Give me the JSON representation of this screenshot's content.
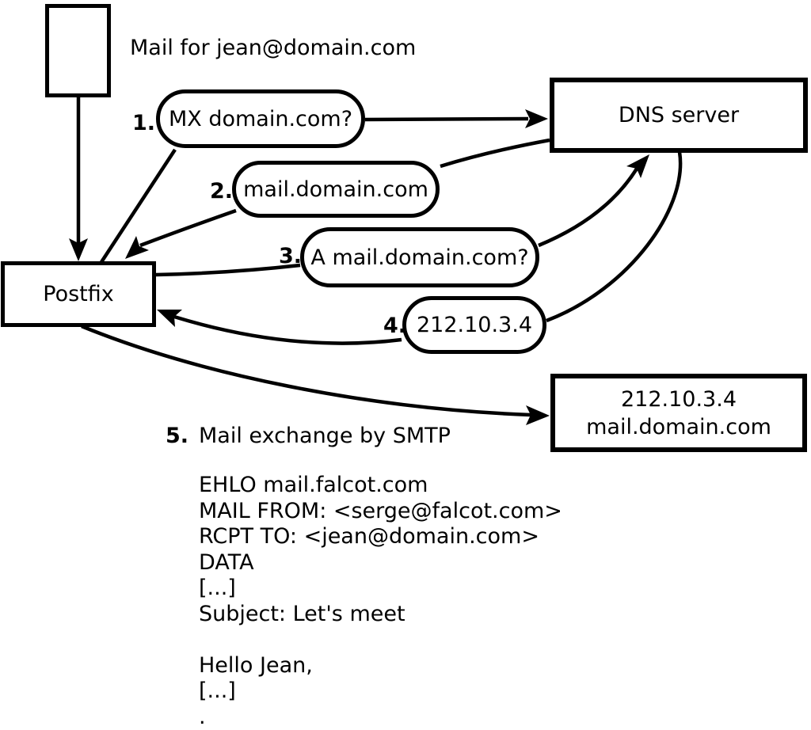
{
  "title": {
    "mail_for": "Mail for jean@domain.com"
  },
  "nodes": {
    "postfix": {
      "label": "Postfix"
    },
    "dns": {
      "label": "DNS server"
    },
    "mailserver": {
      "line1": "212.10.3.4",
      "line2": "mail.domain.com"
    }
  },
  "steps": {
    "1": {
      "num": "1.",
      "label": "MX domain.com?"
    },
    "2": {
      "num": "2.",
      "label": "mail.domain.com"
    },
    "3": {
      "num": "3.",
      "label": "A mail.domain.com?"
    },
    "4": {
      "num": "4.",
      "label": "212.10.3.4"
    },
    "5": {
      "num": "5.",
      "label": "Mail exchange by SMTP"
    }
  },
  "smtp": {
    "lines": [
      "EHLO mail.falcot.com",
      "MAIL FROM: <serge@falcot.com>",
      "RCPT TO: <jean@domain.com>",
      "DATA",
      "[...]",
      "Subject: Let's meet",
      "",
      "Hello Jean,",
      "[...]",
      "."
    ]
  },
  "colors": {
    "ink": "#000000",
    "background": "#ffffff"
  }
}
